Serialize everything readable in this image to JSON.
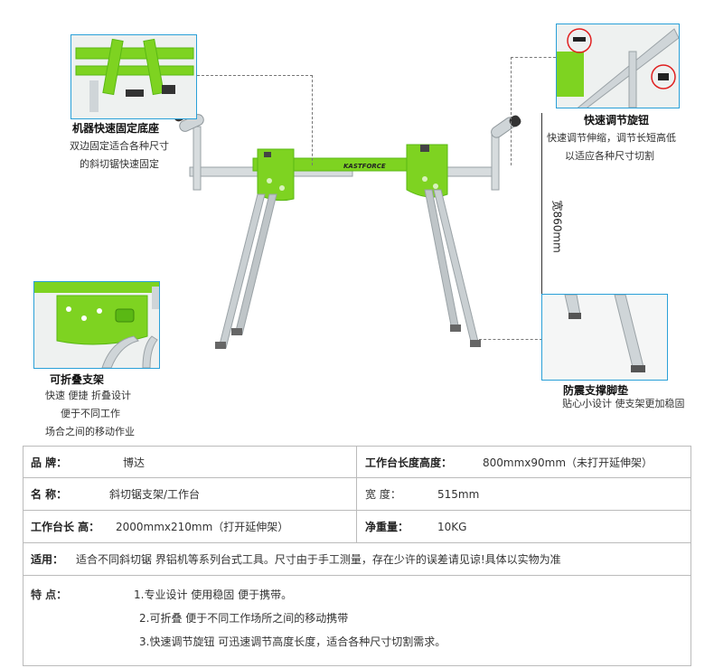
{
  "product": {
    "brand_label": "KASTFORCE",
    "dimension_label": "宽860mm"
  },
  "callouts": {
    "base": {
      "title": "机器快速固定底座",
      "lines": [
        "双边固定适合各种尺寸",
        "的斜切锯快速固定"
      ]
    },
    "knob": {
      "title": "快速调节旋钮",
      "lines": [
        "快速调节伸缩，调节长短高低",
        "以适应各种尺寸切割"
      ]
    },
    "fold": {
      "title": "可折叠支架",
      "lines": [
        "快速  便捷  折叠设计",
        "便于不同工作",
        "场合之间的移动作业"
      ]
    },
    "foot": {
      "title": "防震支撑脚垫",
      "lines": [
        "贴心小设计  使支架更加稳固"
      ]
    }
  },
  "specs": {
    "brand": {
      "label": "品    牌：",
      "value": "博达"
    },
    "table_size": {
      "label": "工作台长度高度：",
      "value": "800mmx90mm（未打开延伸架）"
    },
    "name": {
      "label": "名    称：",
      "value": "斜切锯支架/工作台"
    },
    "width": {
      "label": "宽    度：",
      "value": "515mm"
    },
    "extended": {
      "label": "工作台长 高：",
      "value": "2000mmx210mm（打开延伸架）"
    },
    "weight": {
      "label": "净重量：",
      "value": "10KG"
    },
    "usage": {
      "label": "适用：",
      "value": "适合不同斜切锯  界铝机等系列台式工具。尺寸由于手工测量，存在少许的误差请见谅!具体以实物为准"
    },
    "features": {
      "label": "特      点：",
      "items": [
        "1.专业设计  使用稳固  便于携带。",
        "2.可折叠  便于不同工作场所之间的移动携带",
        "3.快速调节旋钮  可迅速调节高度长度，适合各种尺寸切割需求。"
      ]
    }
  },
  "colors": {
    "green": "#7ed321",
    "frame": "#5ab814",
    "silver": "#c9cfd2",
    "accent_border": "#2aa0d8"
  }
}
